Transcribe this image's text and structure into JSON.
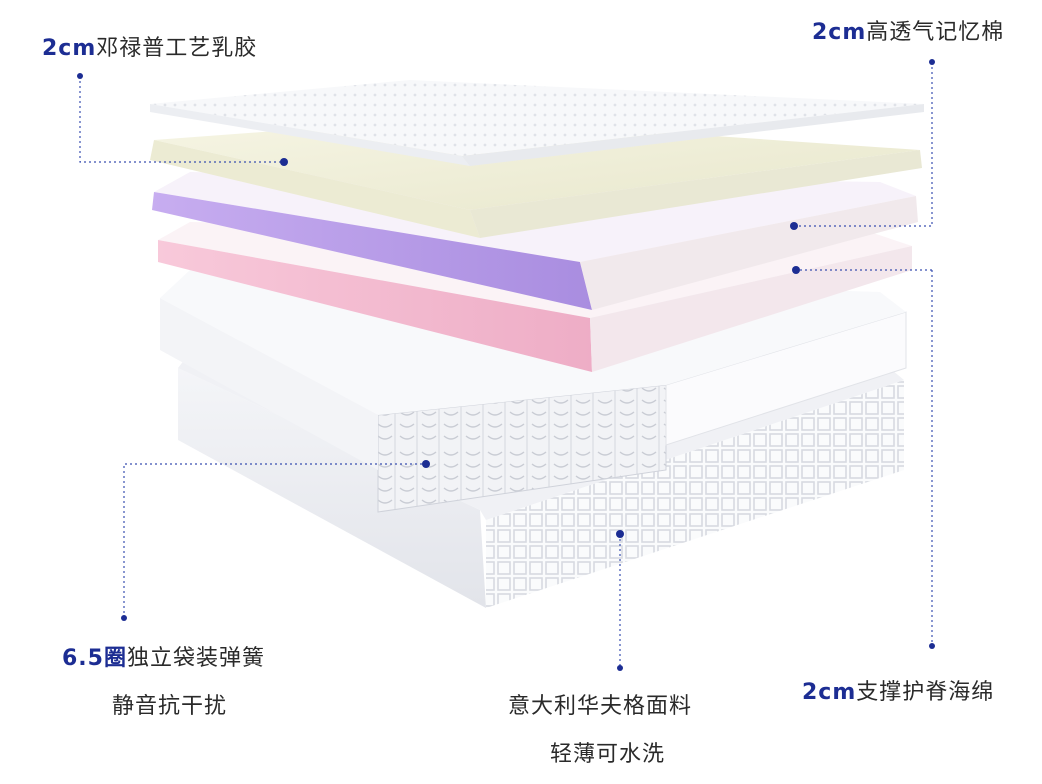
{
  "colors": {
    "accent": "#1c2d93",
    "leader_line": "#3a4fb0",
    "text": "#2a2a2a",
    "cover_white": "#f6f7f9",
    "latex_cream": "#f1f0dc",
    "memory_foam_purple": "#b79ce8",
    "spine_foam_pink": "#f4bfd3",
    "fabric_white": "#fbfbfc"
  },
  "labels": {
    "latex": {
      "prefix": "2cm",
      "text": "邓禄普工艺乳胶"
    },
    "memory_foam": {
      "prefix": "2cm",
      "text": "高透气记忆棉"
    },
    "spring": {
      "prefix": "6.5",
      "emph": "圈",
      "text": "独立袋装弹簧",
      "line2": "静音抗干扰"
    },
    "fabric": {
      "line1": "意大利华夫格面料",
      "line2": "轻薄可水洗"
    },
    "spine_foam": {
      "prefix": "2cm",
      "text": "支撑护脊海绵"
    }
  },
  "icons": {
    "marker": "dot-marker-icon",
    "spring": "pocket-spring-icon",
    "waffle": "waffle-fabric-icon"
  }
}
